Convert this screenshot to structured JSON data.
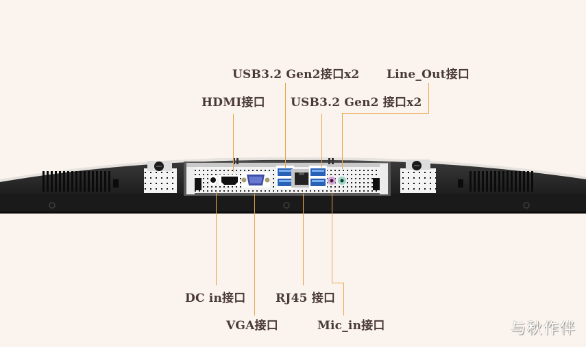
{
  "diagram": {
    "title": "",
    "subject": "monitor rear I/O panel",
    "callout_color": "#e8a54a",
    "background_color": "#fbf4ee",
    "labels": {
      "usb_a": "USB3.2 Gen2接口x2",
      "line_out": "Line_Out接口",
      "hdmi": "HDMI接口",
      "usb_b": "USB3.2 Gen2 接口x2",
      "dc_in": "DC in接口",
      "vga": "VGA接口",
      "rj45": "RJ45 接口",
      "mic_in": "Mic_in接口"
    },
    "ports": [
      "DC in",
      "HDMI",
      "VGA",
      "USB3.2 Gen2 x2",
      "RJ45",
      "USB3.2 Gen2 x2",
      "Mic_in",
      "Line_Out"
    ]
  },
  "watermark": "与秋作伴"
}
